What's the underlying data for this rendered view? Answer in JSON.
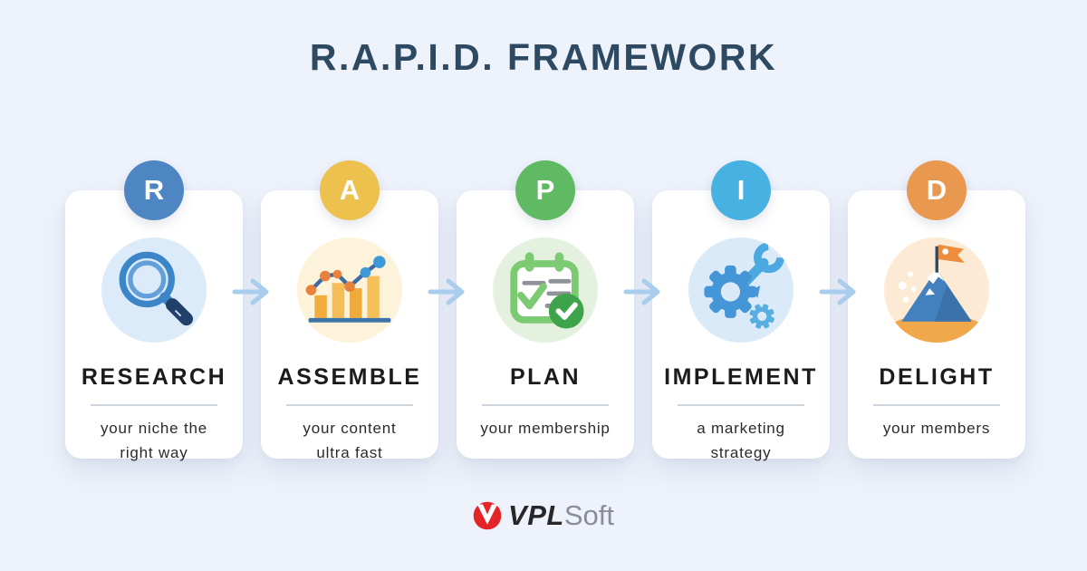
{
  "title": "R.A.P.I.D. FRAMEWORK",
  "title_color": "#2e4a63",
  "background_color": "#eef2fb",
  "arrow_color": "#a9cdec",
  "steps": [
    {
      "letter": "R",
      "name": "RESEARCH",
      "subtitle": [
        "your niche the",
        "right way"
      ],
      "icon": "magnifier-search-icon",
      "badge_color": "#4d86c3",
      "icon_bg": "#dcebfa"
    },
    {
      "letter": "A",
      "name": "ASSEMBLE",
      "subtitle": [
        "your content",
        "ultra fast"
      ],
      "icon": "bar-line-chart-icon",
      "badge_color": "#edc14d",
      "icon_bg": "#fdf3da"
    },
    {
      "letter": "P",
      "name": "PLAN",
      "subtitle": [
        "your membership"
      ],
      "icon": "calendar-checklist-icon",
      "badge_color": "#5fba63",
      "icon_bg": "#e4f1df"
    },
    {
      "letter": "I",
      "name": "IMPLEMENT",
      "subtitle": [
        "a marketing",
        "strategy"
      ],
      "icon": "gear-wrench-icon",
      "badge_color": "#47b1e2",
      "icon_bg": "#dbeaf9"
    },
    {
      "letter": "D",
      "name": "DELIGHT",
      "subtitle": [
        "your members"
      ],
      "icon": "mountain-flag-icon",
      "badge_color": "#e9984f",
      "icon_bg": "#fcead4"
    }
  ],
  "logo": {
    "brand": "VPL",
    "suffix": "Soft",
    "mark": "v-circle-icon",
    "mark_color": "#e52428"
  }
}
